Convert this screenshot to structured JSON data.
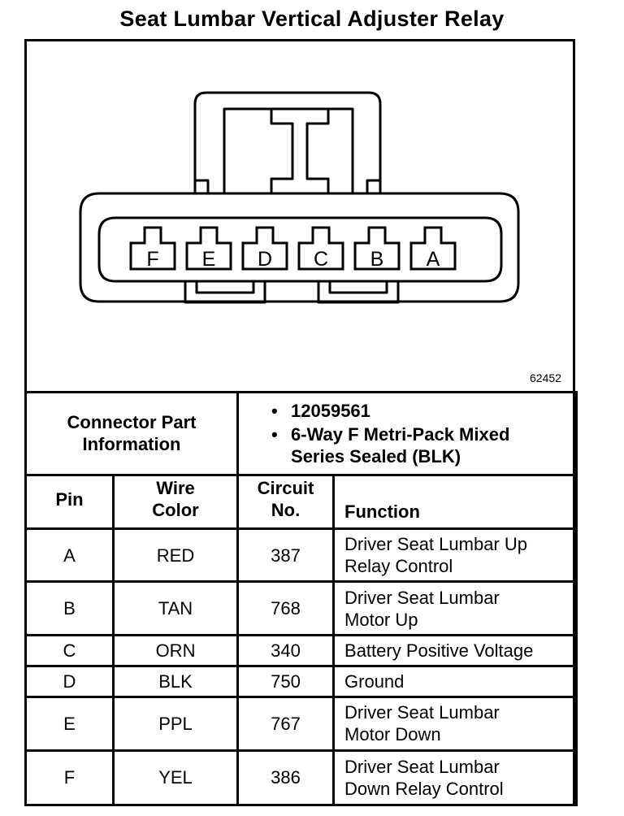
{
  "title": "Seat Lumbar Vertical Adjuster Relay",
  "figure_number": "62452",
  "connector": {
    "pins": [
      "F",
      "E",
      "D",
      "C",
      "B",
      "A"
    ]
  },
  "connector_info": {
    "label_line1": "Connector Part",
    "label_line2": "Information",
    "part_number": "12059561",
    "description_line1": "6-Way F Metri-Pack Mixed",
    "description_line2": "Series Sealed (BLK)"
  },
  "table": {
    "headers": {
      "pin": "Pin",
      "wire_color_line1": "Wire",
      "wire_color_line2": "Color",
      "circuit_line1": "Circuit",
      "circuit_line2": "No.",
      "function": "Function"
    },
    "rows": [
      {
        "pin": "A",
        "color": "RED",
        "circuit": "387",
        "function_line1": "Driver Seat Lumbar Up",
        "function_line2": "Relay Control"
      },
      {
        "pin": "B",
        "color": "TAN",
        "circuit": "768",
        "function_line1": "Driver Seat Lumbar",
        "function_line2": "Motor Up"
      },
      {
        "pin": "C",
        "color": "ORN",
        "circuit": "340",
        "function_line1": "Battery Positive Voltage",
        "function_line2": ""
      },
      {
        "pin": "D",
        "color": "BLK",
        "circuit": "750",
        "function_line1": "Ground",
        "function_line2": ""
      },
      {
        "pin": "E",
        "color": "PPL",
        "circuit": "767",
        "function_line1": "Driver Seat Lumbar",
        "function_line2": "Motor Down"
      },
      {
        "pin": "F",
        "color": "YEL",
        "circuit": "386",
        "function_line1": "Driver Seat Lumbar",
        "function_line2": "Down Relay Control"
      }
    ]
  }
}
